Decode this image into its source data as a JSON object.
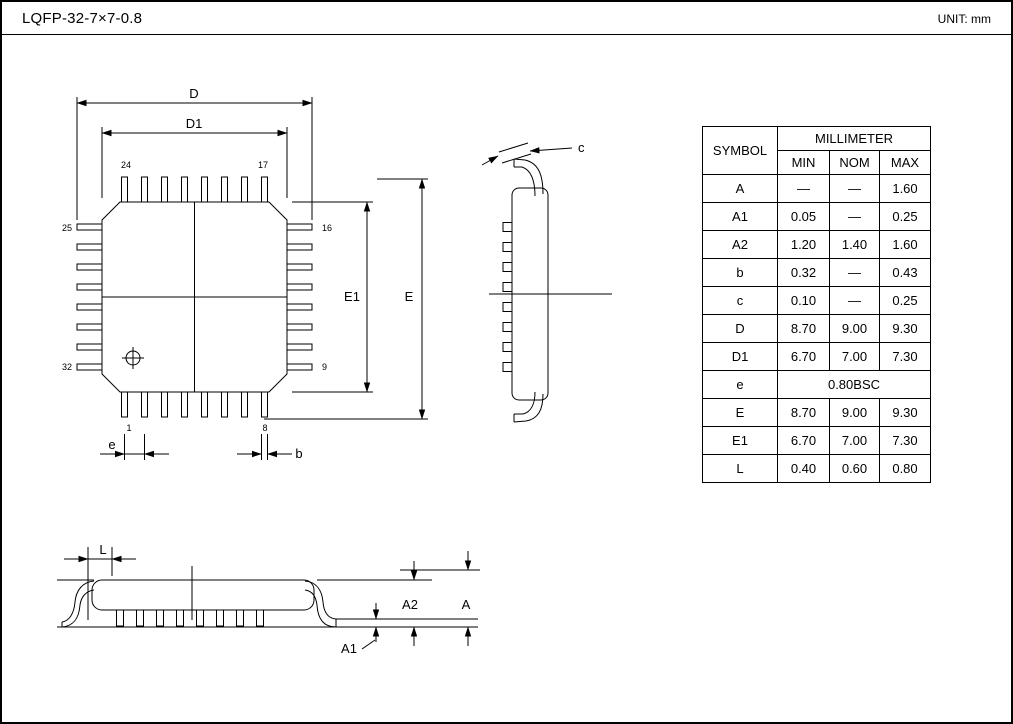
{
  "header": {
    "title": "LQFP-32-7×7-0.8",
    "unit": "UNIT: mm"
  },
  "top_view": {
    "dims": {
      "d": "D",
      "d1": "D1",
      "e1": "E1",
      "e_big": "E",
      "e_small": "e",
      "b": "b"
    },
    "pins": {
      "p24": "24",
      "p17": "17",
      "p25": "25",
      "p16": "16",
      "p32": "32",
      "p9": "9",
      "p1": "1",
      "p8": "8"
    }
  },
  "side_view": {
    "dims": {
      "c": "c"
    }
  },
  "front_view": {
    "dims": {
      "l": "L",
      "a2": "A2",
      "a": "A",
      "a1": "A1"
    }
  },
  "table": {
    "col_symbol": "SYMBOL",
    "col_group": "MILLIMETER",
    "cols": [
      "MIN",
      "NOM",
      "MAX"
    ],
    "rows": [
      {
        "symbol": "A",
        "min": "—",
        "nom": "—",
        "max": "1.60"
      },
      {
        "symbol": "A1",
        "min": "0.05",
        "nom": "—",
        "max": "0.25"
      },
      {
        "symbol": "A2",
        "min": "1.20",
        "nom": "1.40",
        "max": "1.60"
      },
      {
        "symbol": "b",
        "min": "0.32",
        "nom": "—",
        "max": "0.43"
      },
      {
        "symbol": "c",
        "min": "0.10",
        "nom": "—",
        "max": "0.25"
      },
      {
        "symbol": "D",
        "min": "8.70",
        "nom": "9.00",
        "max": "9.30"
      },
      {
        "symbol": "D1",
        "min": "6.70",
        "nom": "7.00",
        "max": "7.30"
      },
      {
        "symbol": "e",
        "value": "0.80BSC"
      },
      {
        "symbol": "E",
        "min": "8.70",
        "nom": "9.00",
        "max": "9.30"
      },
      {
        "symbol": "E1",
        "min": "6.70",
        "nom": "7.00",
        "max": "7.30"
      },
      {
        "symbol": "L",
        "min": "0.40",
        "nom": "0.60",
        "max": "0.80"
      }
    ]
  }
}
